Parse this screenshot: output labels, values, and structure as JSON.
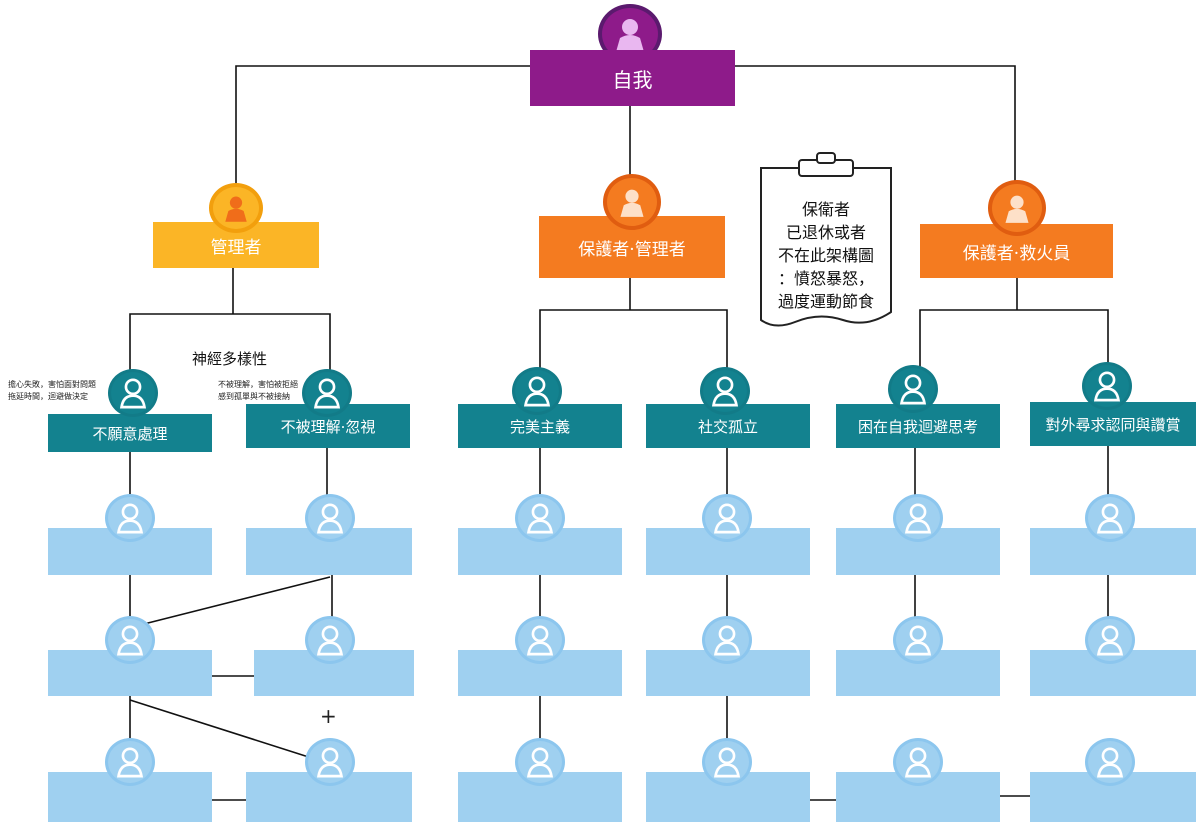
{
  "root": {
    "label": "自我"
  },
  "protectors": {
    "left": {
      "label": "管理者"
    },
    "middle": {
      "label": "保護者·管理者"
    },
    "right": {
      "label": "保護者·救火員"
    }
  },
  "roles": [
    {
      "label": "不願意處理"
    },
    {
      "label": "不被理解·忽視"
    },
    {
      "label": "完美主義"
    },
    {
      "label": "社交孤立"
    },
    {
      "label": "困在自我迴避思考"
    },
    {
      "label": "對外尋求認同與讚賞"
    }
  ],
  "faded_rows": {
    "row1": [
      "",
      "",
      "",
      "",
      "",
      ""
    ],
    "row2": [
      "",
      "",
      "",
      "",
      "",
      ""
    ],
    "row3": [
      "",
      "",
      "",
      "",
      "",
      ""
    ]
  },
  "diversity_label": "神經多樣性",
  "notes": {
    "left": [
      "擔心失敗，害怕面對問題",
      "拖延時間，迴避做決定"
    ],
    "right": [
      "不被理解，害怕被拒絕",
      "感到孤單與不被接納"
    ]
  },
  "plus_sign": "+",
  "clipboard_lines": [
    "保衛者",
    "已退休或者",
    "不在此架構圖",
    "：憤怒暴怒，",
    "過度運動節食"
  ],
  "colors": {
    "root": "#8e1b8a",
    "root_icon_ring": "#5b1a6e",
    "manager": "#fbb526",
    "manager_icon_ring": "#f29f0d",
    "protector": "#f47b20",
    "protector_icon_ring": "#e05d10",
    "role": "#13828f",
    "role_icon_ring": "#127b88",
    "faded": "#9fd0f0",
    "line": "#111111"
  },
  "icons": {
    "person": "person-icon"
  }
}
